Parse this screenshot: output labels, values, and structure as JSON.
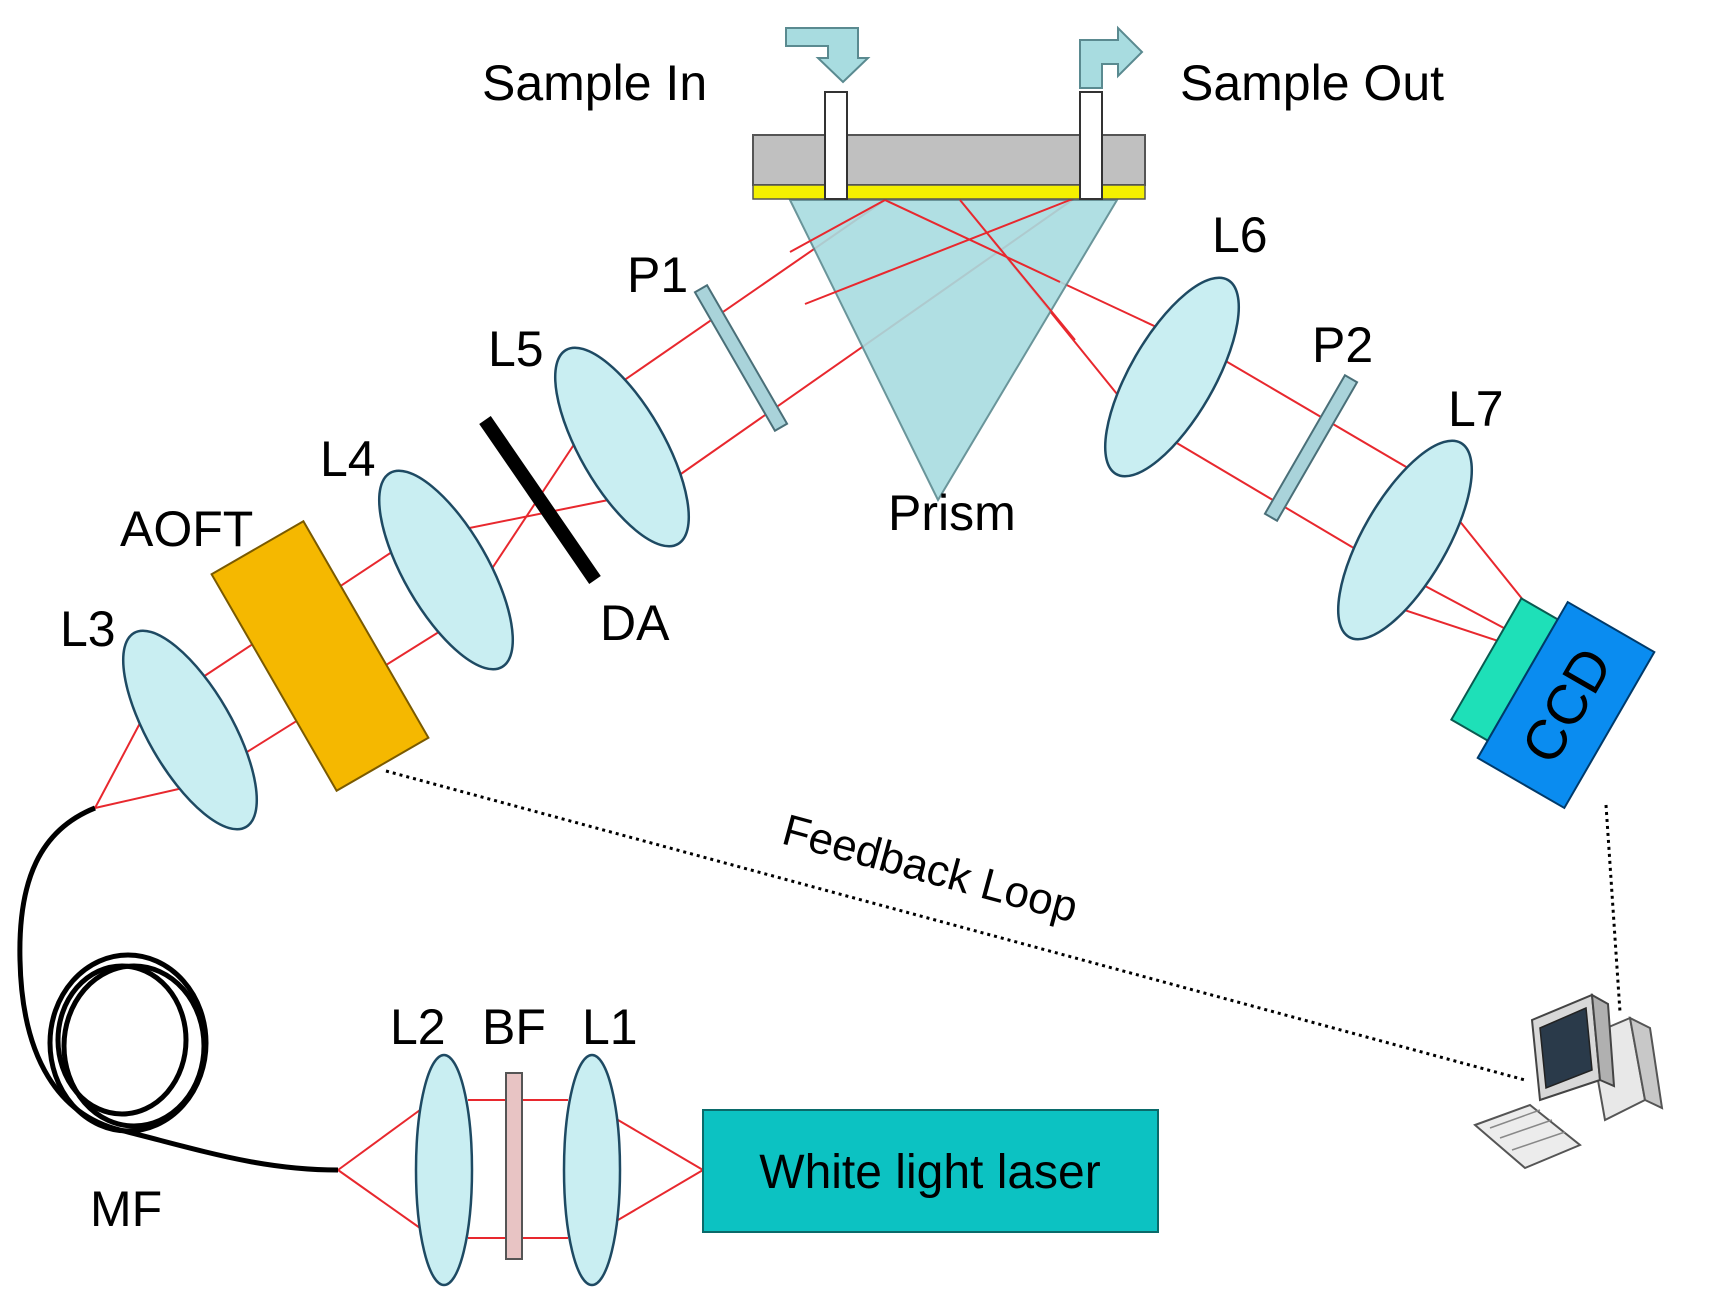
{
  "labels": {
    "sample_in": "Sample In",
    "sample_out": "Sample Out",
    "prism": "Prism",
    "p1": "P1",
    "p2": "P2",
    "l1": "L1",
    "l2": "L2",
    "l3": "L3",
    "l4": "L4",
    "l5": "L5",
    "l6": "L6",
    "l7": "L7",
    "aoft": "AOFT",
    "da": "DA",
    "bf": "BF",
    "mf": "MF",
    "ccd": "CCD",
    "laser": "White light laser",
    "feedback": "Feedback Loop"
  },
  "colors": {
    "beam": "#e8282e",
    "lens": "#c9eef2",
    "prism": "#a8dce0",
    "aoft": "#f5b800",
    "laser_box": "#0cc2c2",
    "ccd_body": "#0a8cf0",
    "ccd_window": "#1ee0b8",
    "polarizer": "#a9d3da",
    "band_filter": "#e8c4c4",
    "gold_film": "#f4f000",
    "chip": "#c0c0c0"
  },
  "icons": {
    "computer": "desktop-computer-icon",
    "inlet_arrow": "arrow-down-icon",
    "outlet_arrow": "arrow-up-right-icon"
  }
}
